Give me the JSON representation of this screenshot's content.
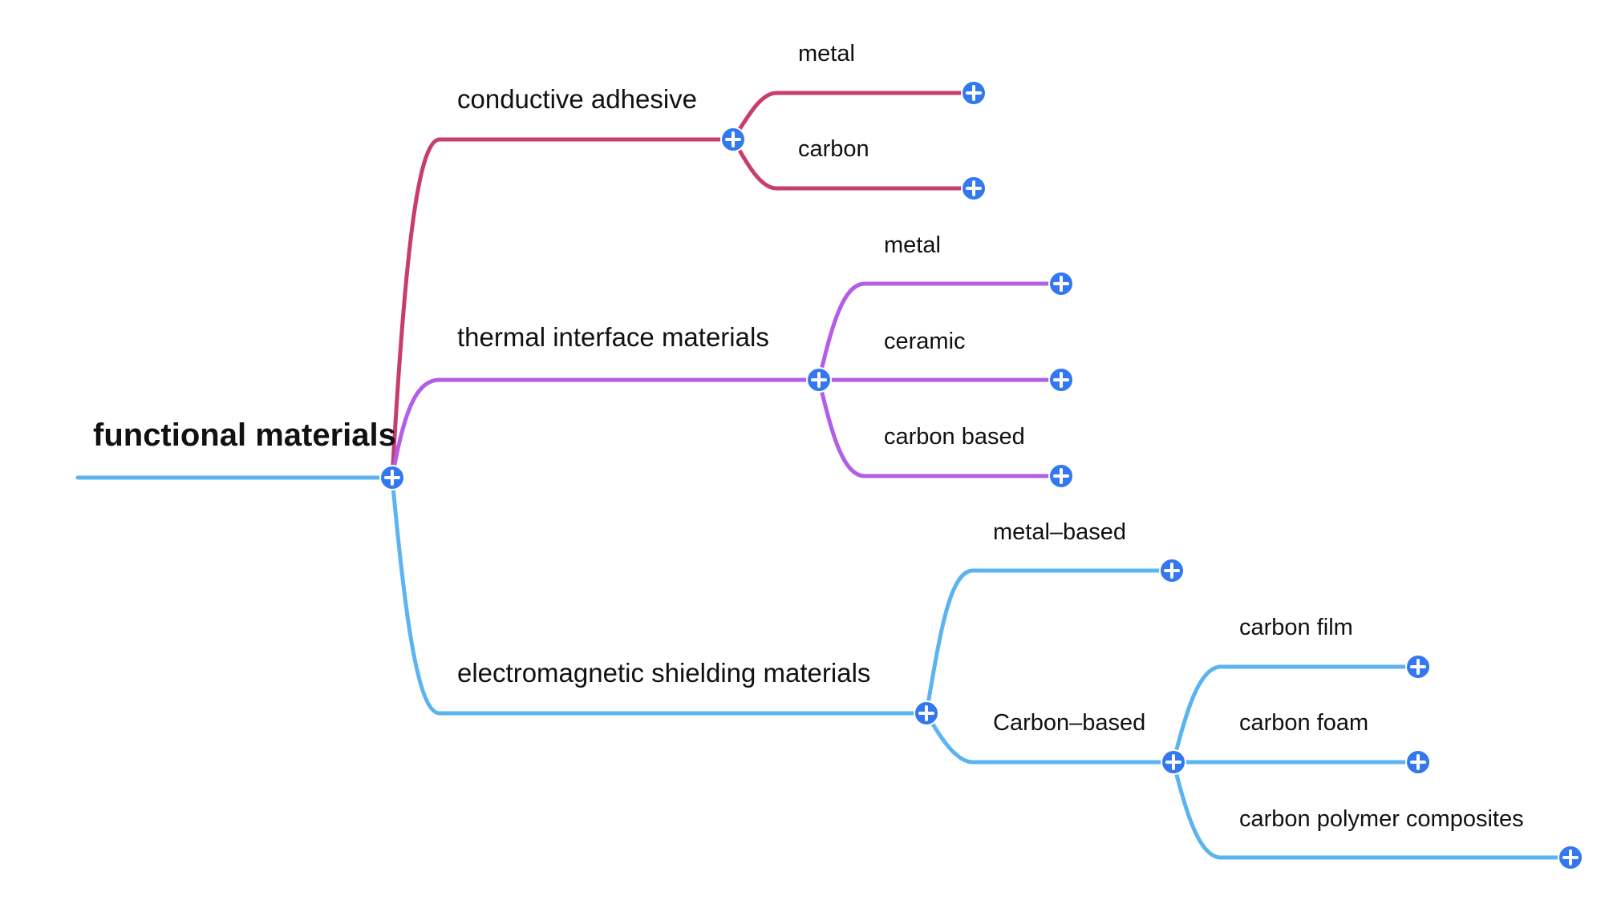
{
  "colors": {
    "root_line": "#5bb4f0",
    "conductive": "#c73d6e",
    "thermal": "#b35ee6",
    "emi": "#5bb4f0",
    "expander_fill": "#3478f0",
    "expander_plus": "#ffffff"
  },
  "icons": {
    "expander": "plus-circle-icon"
  },
  "root": {
    "label": "functional materials"
  },
  "branches": {
    "conductive": {
      "label": "conductive adhesive",
      "children": [
        {
          "label": "metal"
        },
        {
          "label": "carbon"
        }
      ]
    },
    "thermal": {
      "label": "thermal interface materials",
      "children": [
        {
          "label": "metal"
        },
        {
          "label": "ceramic"
        },
        {
          "label": "carbon based"
        }
      ]
    },
    "emi": {
      "label": "electromagnetic shielding materials",
      "children": [
        {
          "label": "metal–based"
        },
        {
          "label": "Carbon–based",
          "children": [
            {
              "label": "carbon film"
            },
            {
              "label": "carbon foam"
            },
            {
              "label": "carbon polymer composites"
            }
          ]
        }
      ]
    }
  }
}
